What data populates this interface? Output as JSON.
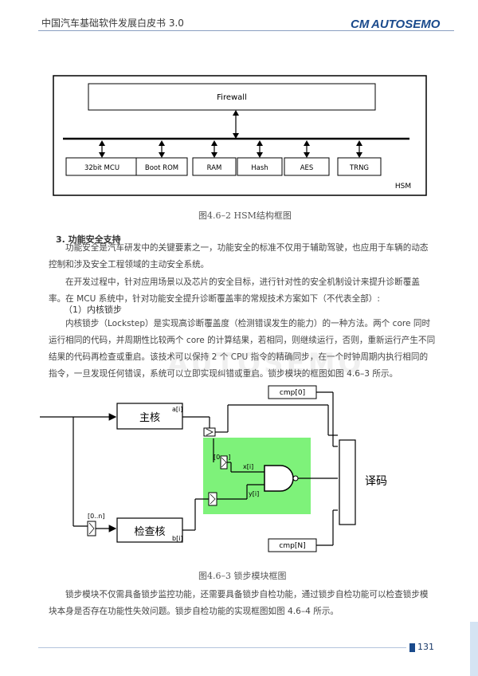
{
  "header": {
    "title": "中国汽车基础软件发展白皮书 3.0",
    "logo_text": "AUTOSEMO",
    "logo_prefix": "CM"
  },
  "fig_hsm": {
    "firewall": "Firewall",
    "blocks": [
      "32bit MCU",
      "Boot ROM",
      "RAM",
      "Hash",
      "AES",
      "TRNG"
    ],
    "corner_label": "HSM",
    "caption": "图4.6–2 HSM结构框图"
  },
  "section": {
    "heading": "3. 功能安全支持",
    "p1": "功能安全是汽车研发中的关键要素之一，功能安全的标准不仅用于辅助驾驶，也应用于车辆的动态控制和涉及安全工程领域的主动安全系统。",
    "p2": "在开发过程中，针对应用场景以及芯片的安全目标，进行针对性的安全机制设计来提升诊断覆盖率。在 MCU 系统中，针对功能安全提升诊断覆盖率的常规技术方案如下（不代表全部）:",
    "sub_heading": "（1）内核锁步",
    "p3": "内核锁步（Lockstep）是实现高诊断覆盖度（检测错误发生的能力）的一种方法。两个 core 同时运行相同的代码，并周期性比较两个 core 的计算结果，若相同，则继续运行，否则，重新运行产生不同结果的代码再检查或重启。该技术可以保持 2 个 CPU 指令的精确同步，在一个时钟周期内执行相同的指令，一旦发现任何错误，系统可以立即实现纠错或重启。锁步模块的框图如图 4.6–3 所示。"
  },
  "fig_lockstep": {
    "main_core": "主核",
    "check_core": "检查核",
    "a_label": "a[i]",
    "b_label": "b[i]",
    "x_label": "x[i]",
    "y_label": "y[i]",
    "range_top": "[0..n]",
    "range_bottom": "[0..n]",
    "cmp0": "cmp[0]",
    "cmpN": "cmp[N]",
    "decoder": "译码",
    "caption": "图4.6–3 锁步模块框图"
  },
  "p4": "锁步模块不仅需具备锁步监控功能，还需要具备锁步自检功能，通过锁步自检功能可以检查锁步模块本身是否存在功能性失效问题。锁步自检功能的实现框图如图 4.6–4 所示。",
  "footer": {
    "page_number": "131"
  },
  "watermark": "AUTOSEMO",
  "colors": {
    "brand_blue": "#1a4a8c",
    "highlight_green": "#7ef27a"
  }
}
